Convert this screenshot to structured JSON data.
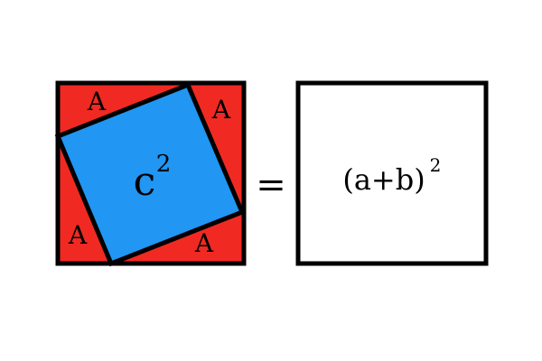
{
  "colors": {
    "background": "#ffffff",
    "corner_triangles": "#f02a22",
    "inner_square": "#2196f3",
    "right_square": "#ffffff",
    "stroke": "#000000"
  },
  "left_square": {
    "triangle_labels": [
      "A",
      "A",
      "A",
      "A"
    ],
    "inner_label": {
      "base": "c",
      "exponent": "2"
    }
  },
  "equals_sign": "=",
  "right_square": {
    "label": {
      "base": "(a+b)",
      "exponent": "2"
    }
  }
}
